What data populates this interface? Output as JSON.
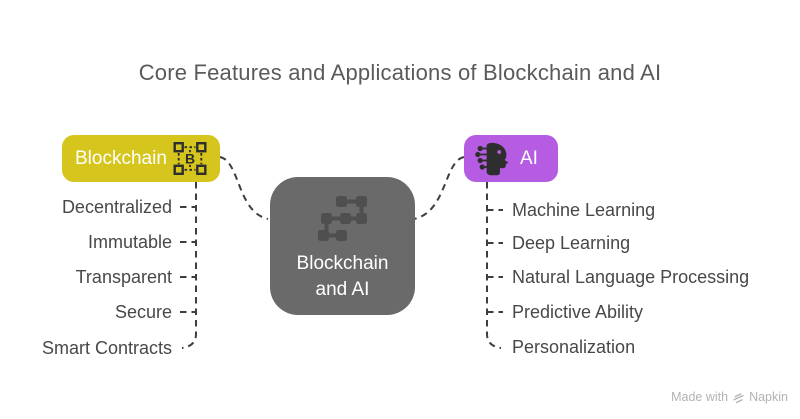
{
  "title": "Core Features and Applications of Blockchain and AI",
  "blockchain_node": {
    "label": "Blockchain",
    "icon": "bitcoin-blockchain-icon"
  },
  "ai_node": {
    "label": "AI",
    "icon": "ai-head-circuit-icon"
  },
  "center_node": {
    "label": "Blockchain and AI",
    "icon": "linked-blocks-icon"
  },
  "blockchain": {
    "features": [
      "Decentralized",
      "Immutable",
      "Transparent",
      "Secure",
      "Smart Contracts"
    ]
  },
  "ai": {
    "applications": [
      "Machine Learning",
      "Deep Learning",
      "Natural Language Processing",
      "Predictive Ability",
      "Personalization"
    ]
  },
  "watermark": {
    "prefix": "Made with",
    "brand": "Napkin",
    "icon": "napkin-logo-icon"
  },
  "colors": {
    "yellow": "#d6c51c",
    "purple": "#b65ce2",
    "gray": "#6a6a6a",
    "title": "#5a5a5a",
    "text": "#484848",
    "connector": "#3e3e3e",
    "wm": "#b3b3b3",
    "icon_dark": "#2e2e2e",
    "center_icon": "#4f4f4f"
  }
}
